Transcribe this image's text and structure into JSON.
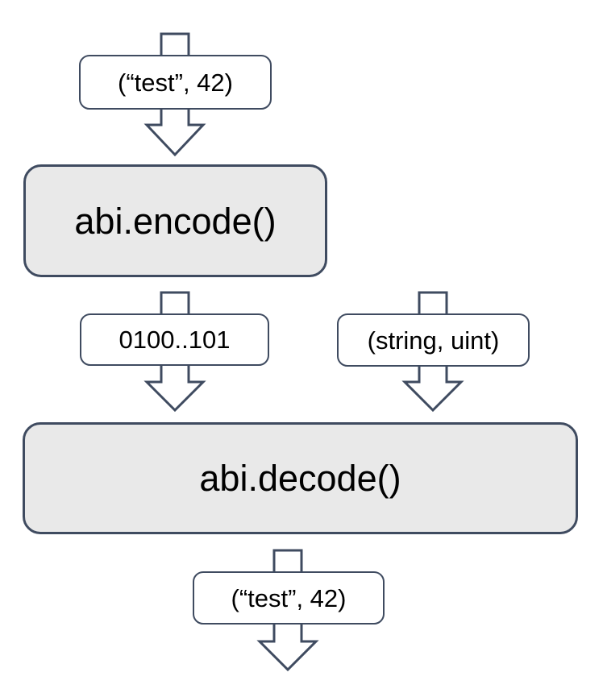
{
  "diagram": {
    "description": "ABI encode/decode data flow",
    "colors": {
      "stroke": "#3F4B60",
      "process_fill": "#E9E9E9",
      "label_fill": "#FFFFFF",
      "text": "#000000",
      "background": "#FFFFFF"
    },
    "nodes": {
      "input": {
        "label": "(“test”, 42)",
        "type": "data-label"
      },
      "encode": {
        "label": "abi.encode()",
        "type": "process"
      },
      "encoded_bytes": {
        "label": "0100..101",
        "type": "data-label"
      },
      "types": {
        "label": "(string, uint)",
        "type": "data-label"
      },
      "decode": {
        "label": "abi.decode()",
        "type": "process"
      },
      "output": {
        "label": "(“test”, 42)",
        "type": "data-label"
      }
    },
    "arrows": [
      {
        "name": "arrow-through-input",
        "from": "start",
        "to": "encode",
        "passes_through": "input"
      },
      {
        "name": "arrow-through-encoded-bytes",
        "from": "encode",
        "to": "decode",
        "passes_through": "encoded_bytes"
      },
      {
        "name": "arrow-through-types",
        "from": "types-input",
        "to": "decode",
        "passes_through": "types"
      },
      {
        "name": "arrow-through-output",
        "from": "decode",
        "to": "end",
        "passes_through": "output"
      }
    ]
  }
}
